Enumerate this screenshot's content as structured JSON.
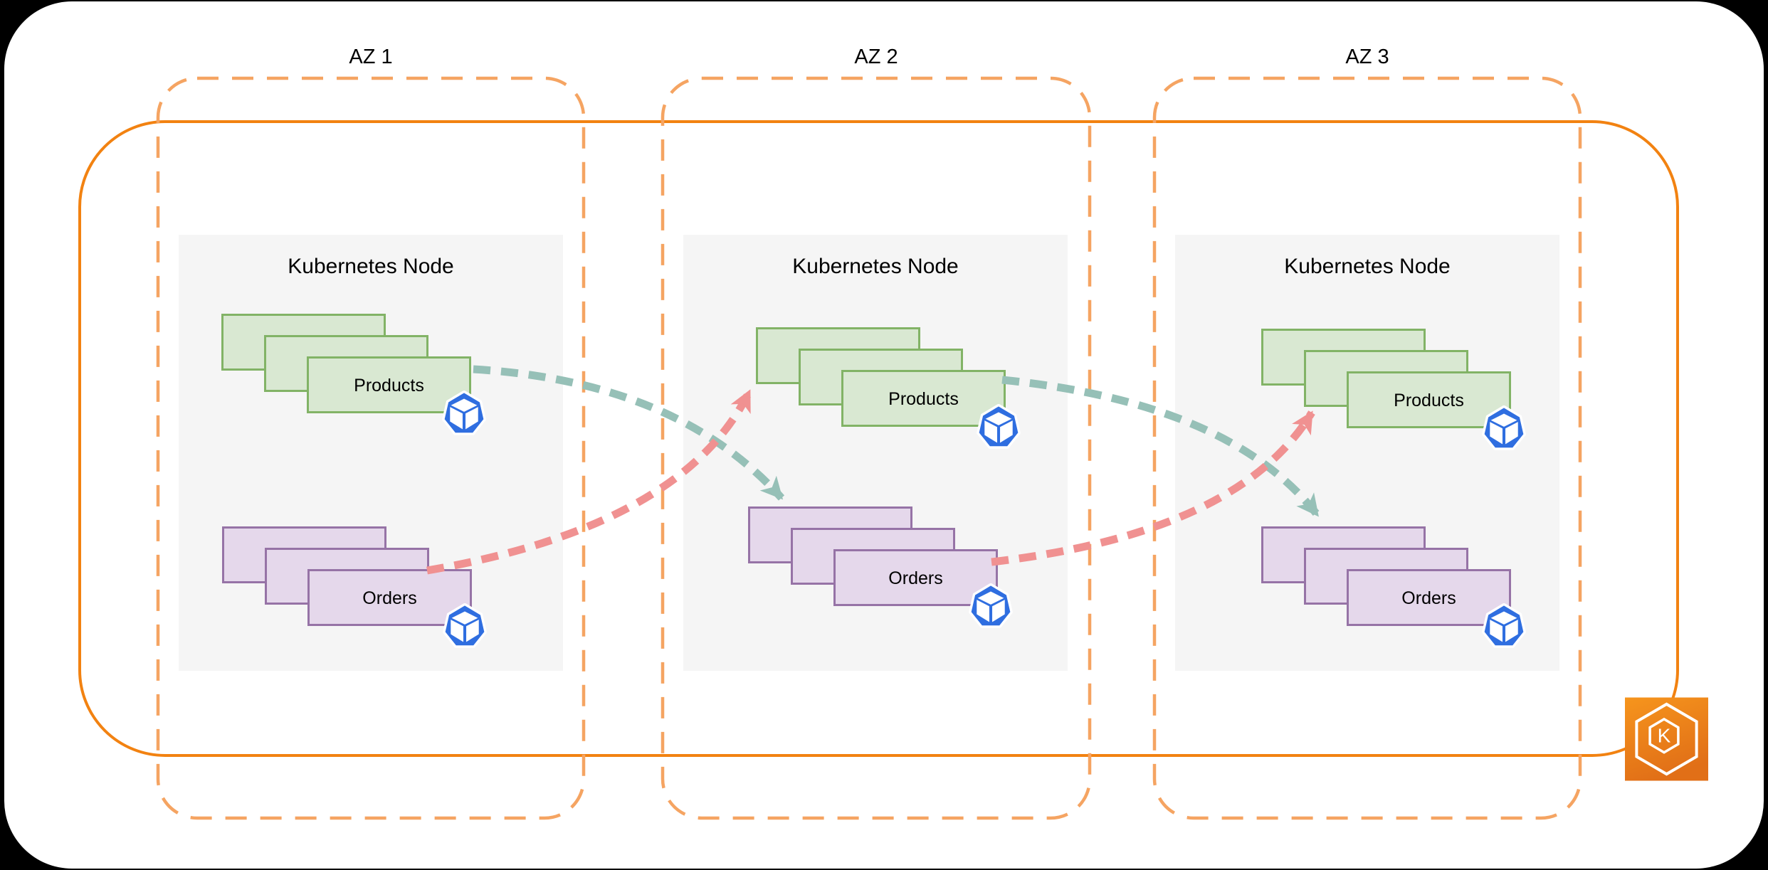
{
  "zones": [
    {
      "label": "AZ 1",
      "node_title": "Kubernetes Node",
      "pods": [
        {
          "label": "Products"
        },
        {
          "label": "Orders"
        }
      ]
    },
    {
      "label": "AZ 2",
      "node_title": "Kubernetes Node",
      "pods": [
        {
          "label": "Products"
        },
        {
          "label": "Orders"
        }
      ]
    },
    {
      "label": "AZ 3",
      "node_title": "Kubernetes Node",
      "pods": [
        {
          "label": "Products"
        },
        {
          "label": "Orders"
        }
      ]
    }
  ],
  "arrows": [
    {
      "name": "az1-products-to-az2-orders",
      "style": "teal-dashed"
    },
    {
      "name": "az1-orders-to-az2-products",
      "style": "pink-dashed"
    },
    {
      "name": "az2-products-to-az3-orders",
      "style": "teal-dashed"
    },
    {
      "name": "az2-orders-to-az3-products",
      "style": "pink-dashed"
    }
  ],
  "icons": {
    "pod": "kubernetes-pod-icon",
    "eks": {
      "name": "amazon-eks-icon",
      "letter": "K"
    }
  },
  "colors": {
    "cluster_border": "#f28211",
    "az_border": "#f5a462",
    "node_fill": "#f5f5f5",
    "products_fill": "#d9e8d2",
    "products_border": "#82b366",
    "orders_fill": "#e5d8eb",
    "orders_border": "#9673a6",
    "arrow_teal": "#96c0b7",
    "arrow_pink": "#f09191",
    "pod_blue": "#2f6ee0",
    "eks_gradient_top": "#f6951d",
    "eks_gradient_bottom": "#e16f17",
    "canvas": "#ffffff",
    "page_background": "#000000"
  }
}
